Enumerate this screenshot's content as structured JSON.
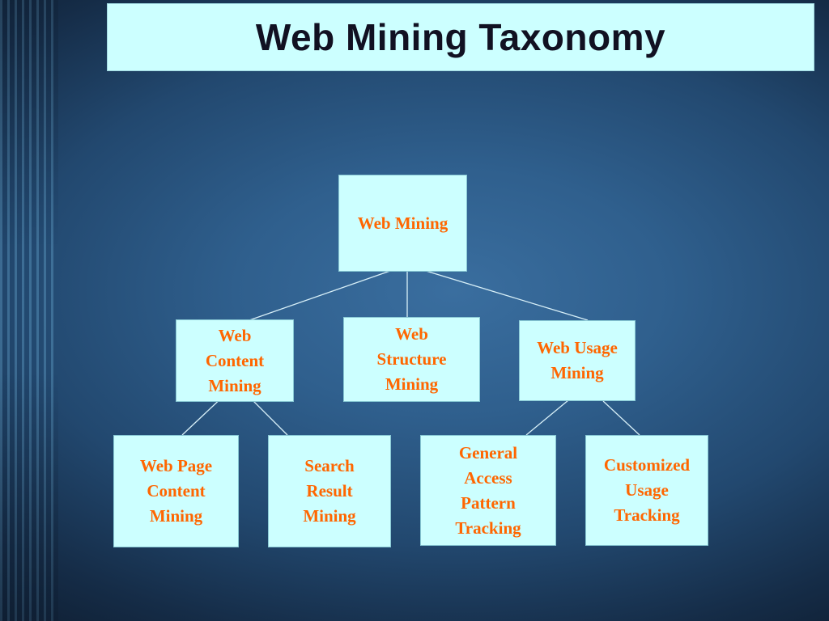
{
  "title": "Web Mining Taxonomy",
  "colors": {
    "node_fill": "#ccffff",
    "node_text": "#ff6600",
    "title_text": "#111122",
    "connector": "#d8f0f8"
  },
  "nodes": {
    "root": "Web Mining",
    "content": "Web\nContent\nMining",
    "structure": "Web\nStructure\nMining",
    "usage": "Web Usage\nMining",
    "page_content": "Web Page\nContent\nMining",
    "search_result": "Search\nResult\nMining",
    "general_access": "General\nAccess\nPattern\nTracking",
    "customized_usage": "Customized\nUsage\nTracking"
  }
}
